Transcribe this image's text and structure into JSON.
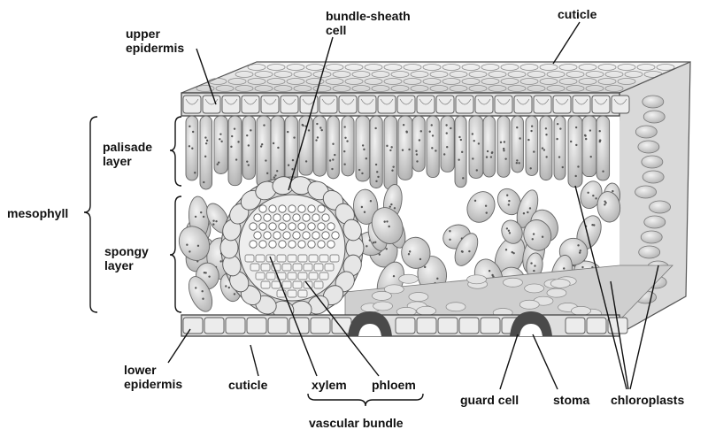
{
  "labels": {
    "upper_epidermis": [
      "upper",
      "epidermis"
    ],
    "bundle_sheath_cell": [
      "bundle-sheath",
      "cell"
    ],
    "cuticle_top": "cuticle",
    "palisade_layer": [
      "palisade",
      "layer"
    ],
    "mesophyll": "mesophyll",
    "spongy_layer": [
      "spongy",
      "layer"
    ],
    "lower_epidermis": [
      "lower",
      "epidermis"
    ],
    "cuticle_bottom": "cuticle",
    "xylem": "xylem",
    "phloem": "phloem",
    "vascular_bundle": "vascular bundle",
    "guard_cell": "guard cell",
    "stoma": "stoma",
    "chloroplasts": "chloroplasts"
  }
}
